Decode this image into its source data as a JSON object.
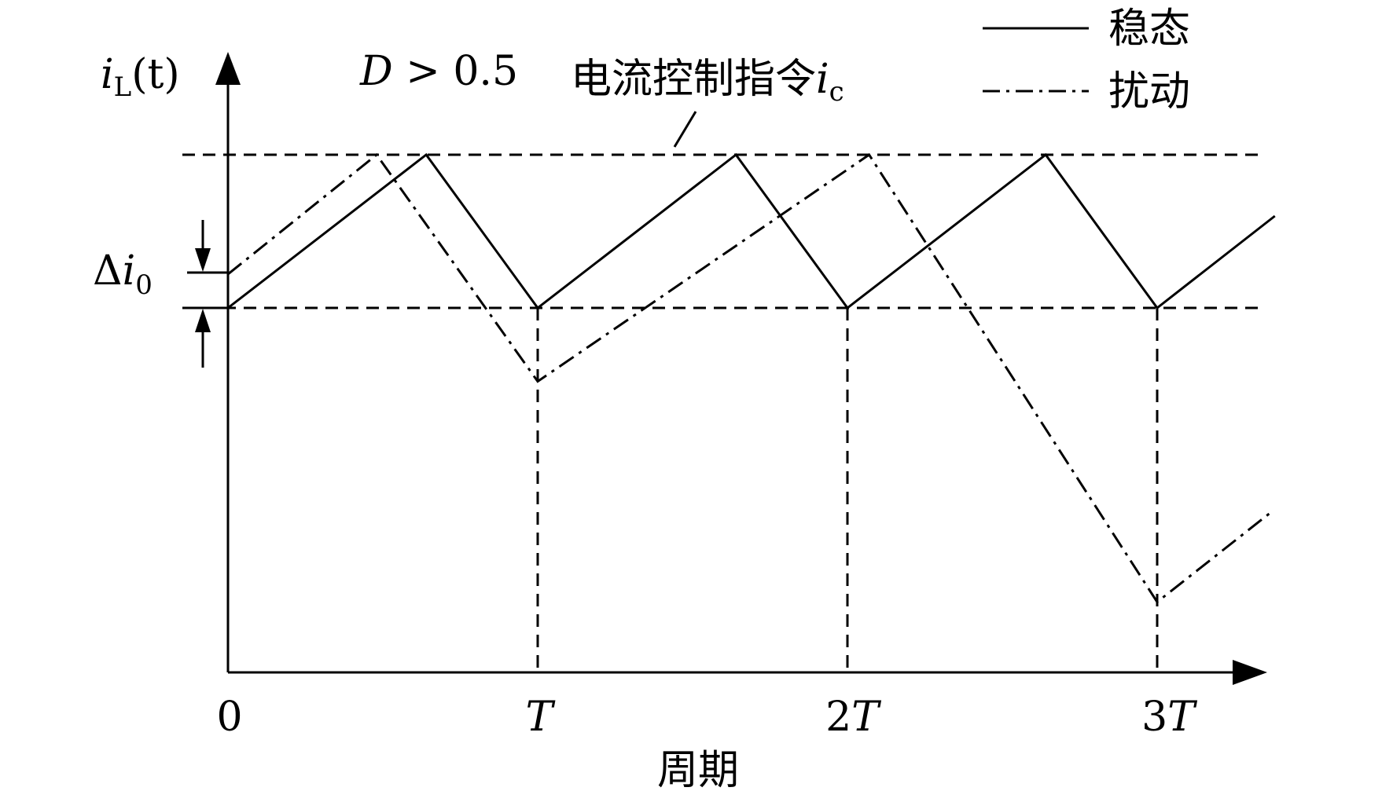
{
  "labels": {
    "y_axis_var": "i",
    "y_axis_sub": "L",
    "y_axis_arg": "(t)",
    "condition_var": "D",
    "condition_rest": " > 0.5",
    "command_text": "电流控制指令",
    "command_var": "i",
    "command_sub": "c",
    "delta_sym": "Δ",
    "delta_var": "i",
    "delta_sub": "0",
    "x_axis_label": "周期"
  },
  "ticks": [
    {
      "num": "0",
      "var": ""
    },
    {
      "num": "",
      "var": "T"
    },
    {
      "num": "2",
      "var": "T"
    },
    {
      "num": "3",
      "var": "T"
    }
  ],
  "legend": [
    {
      "style": "solid",
      "text": "稳态"
    },
    {
      "style": "dashdot",
      "text": "扰动"
    }
  ],
  "colors": {
    "ink": "#000000",
    "background": "#ffffff"
  },
  "chart_data": {
    "type": "line",
    "xlabel": "周期",
    "ylabel": "iL(t)",
    "x_unit": "T",
    "xlim": [
      0,
      3.4
    ],
    "ic_level": 1.0,
    "steady_min": 0.0,
    "duty_cycle": 0.64,
    "series": [
      {
        "name": "稳态",
        "style": "solid",
        "points": [
          [
            0,
            0
          ],
          [
            0.64,
            1.0
          ],
          [
            1.0,
            0
          ],
          [
            1.64,
            1.0
          ],
          [
            2.0,
            0
          ],
          [
            2.64,
            1.0
          ],
          [
            3.0,
            0
          ],
          [
            3.38,
            0.6
          ]
        ]
      },
      {
        "name": "扰动",
        "style": "dashdot",
        "points": [
          [
            0,
            0.22
          ],
          [
            0.48,
            1.0
          ],
          [
            1.0,
            -0.48
          ],
          [
            2.07,
            1.0
          ],
          [
            3.0,
            -1.92
          ],
          [
            3.37,
            -1.33
          ]
        ]
      }
    ],
    "reference_lines": [
      {
        "label": "电流控制指令ic",
        "y": 1.0,
        "style": "dashed"
      },
      {
        "y": 0.0,
        "style": "dashed"
      }
    ],
    "annotations": [
      {
        "text": "D > 0.5"
      },
      {
        "text": "Δi0",
        "from_y": 0.0,
        "to_y": 0.22
      }
    ]
  }
}
